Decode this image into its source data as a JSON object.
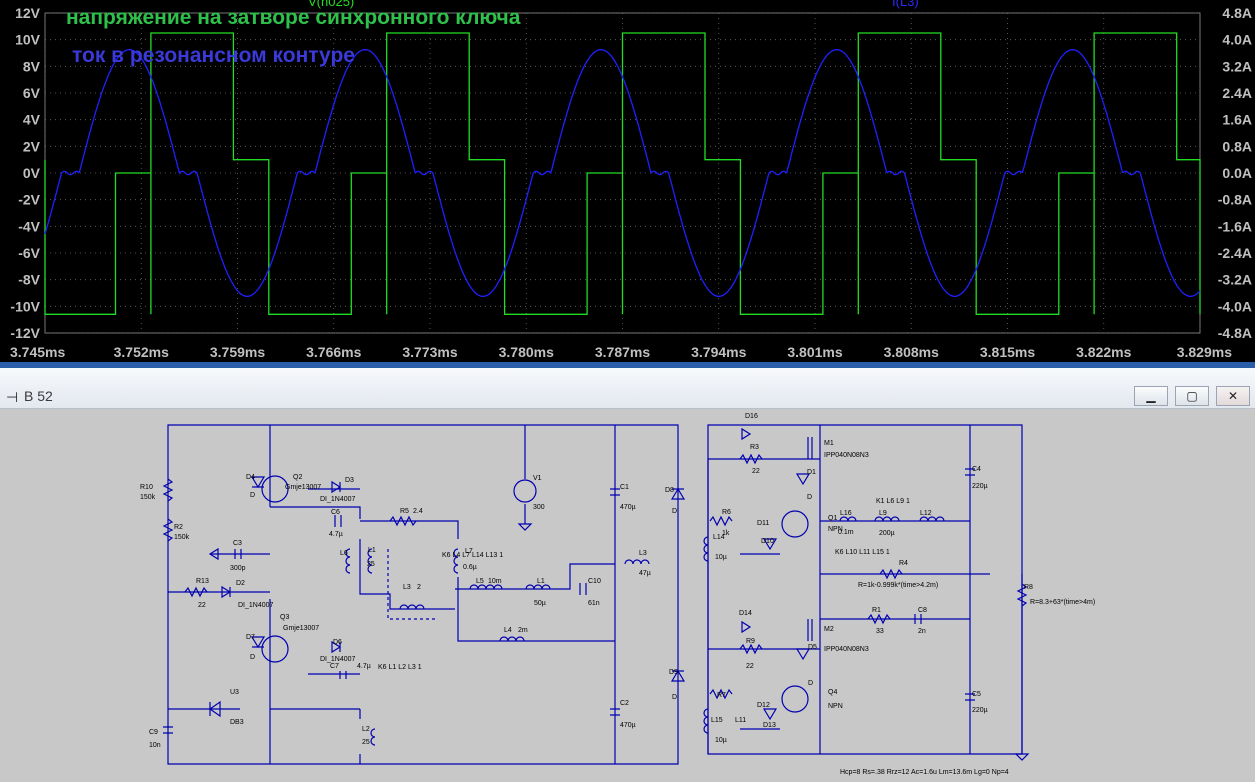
{
  "plot": {
    "trace_labels": [
      "V(n025)",
      "I(L3)"
    ],
    "annotations": [
      {
        "text": "напряжение на затворе синхронного ключа",
        "color": "#2ec04a"
      },
      {
        "text": "ток в резонансном контуре",
        "color": "#3a3ad8"
      }
    ],
    "colors": {
      "background": "#000000",
      "voltage_trace": "#22dd22",
      "current_trace": "#2020ff",
      "grid": "#6a6a6a",
      "ticks": "#c0c0c0"
    }
  },
  "chart_data": {
    "type": "line",
    "xlabel": "",
    "ylabel": "",
    "xlim": [
      3.745,
      3.829
    ],
    "ylim": [
      -12,
      12
    ],
    "y2lim": [
      -4.8,
      4.8
    ],
    "grid": true,
    "x_ticks": [
      "3.745ms",
      "3.752ms",
      "3.759ms",
      "3.766ms",
      "3.773ms",
      "3.780ms",
      "3.787ms",
      "3.794ms",
      "3.801ms",
      "3.808ms",
      "3.815ms",
      "3.822ms",
      "3.829ms"
    ],
    "y_ticks": [
      "12V",
      "10V",
      "8V",
      "6V",
      "4V",
      "2V",
      "0V",
      "-2V",
      "-4V",
      "-6V",
      "-8V",
      "-10V",
      "-12V"
    ],
    "y2_ticks": [
      "4.8A",
      "4.0A",
      "3.2A",
      "2.4A",
      "1.6A",
      "0.8A",
      "0.0A",
      "-0.8A",
      "-1.6A",
      "-2.4A",
      "-3.2A",
      "-4.0A",
      "-4.8A"
    ],
    "series": [
      {
        "name": "V(n025)",
        "axis": "left",
        "period_ms": 0.01715,
        "phase_ms": 3.7527,
        "high_v": 10.5,
        "low_v": -10.6,
        "step_v": 1.0,
        "high_frac": 0.35,
        "step_frac": 0.15
      },
      {
        "name": "I(L3)",
        "axis": "right",
        "period_ms": 0.01715,
        "phase_ms": 3.7462,
        "peak_a": 3.7,
        "dead_frac": 0.15
      }
    ]
  },
  "window": {
    "title": "B 52",
    "icon": "schematic-icon",
    "buttons": {
      "minimize": "▁",
      "maximize": "▢",
      "close": "✕"
    }
  },
  "schematic": {
    "labels": [
      "D16",
      "R3",
      "22",
      "M1",
      "IPP040N08N3",
      "D1",
      "D",
      "R10",
      "150k",
      "R2",
      "150k",
      "Q2",
      "Gmje13007",
      "D4",
      "D",
      "D3",
      "DI_1N4007",
      "C6",
      "4.7µ",
      "R5",
      "2.4",
      "V1",
      "300",
      "C1",
      "470µ",
      "D8",
      "D",
      "C4",
      "220µ",
      "R6",
      "1k",
      "D11",
      "Q1",
      "NPN",
      "L14",
      "10µ",
      "D10",
      "L16",
      "0.1m",
      "L9",
      "200µ",
      "K1 L6 L9 1",
      "L12",
      "K6 L10 L11 L15 1",
      "C3",
      "300p",
      "L6",
      "L1",
      "25",
      "L7",
      "0.6µ",
      "K6 L4 L7 L14 L13 1",
      "L5",
      "10m",
      "L1",
      "50µ",
      "C10",
      "61n",
      "L3",
      "47µ",
      "R4",
      "R=1k-0.999k*(time>4.2m)",
      "R13",
      "22",
      "D2",
      "DI_1N4007",
      "L3",
      "2",
      "K6 L1 L2 L3 1",
      "Q3",
      "Gmje13007",
      "D7",
      "D",
      "D6",
      "DI_1N4007",
      "C7",
      "4.7µ",
      "L4",
      "2m",
      "R1",
      "33",
      "C8",
      "2n",
      "D14",
      "M2",
      "IPP040N08N3",
      "R9",
      "22",
      "D5",
      "D",
      "D9",
      "D",
      "C2",
      "470µ",
      "C5",
      "220µ",
      "R7",
      "D12",
      "Q4",
      "NPN",
      "L15",
      "L11",
      "10µ",
      "D13",
      "R8",
      "R=8.3+63*(time>4m)",
      "U3",
      "DB3",
      "C9",
      "10n",
      "L2",
      "25",
      "Hcp=8 Rs=.38 Rrz=12 Ac=1.6u Lm=13.6m Lg=0 Np=4"
    ]
  }
}
